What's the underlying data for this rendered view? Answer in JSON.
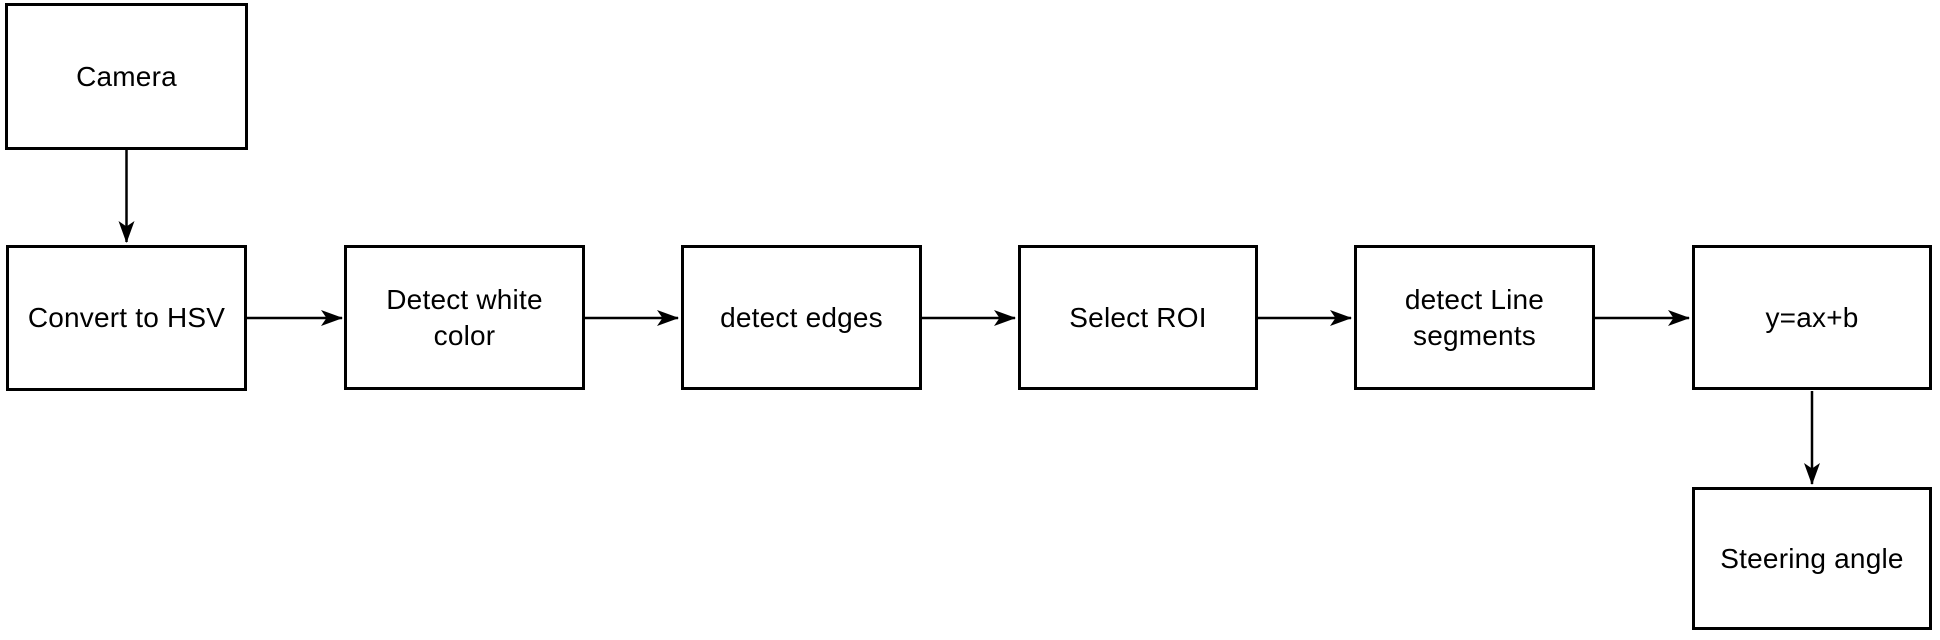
{
  "figure": {
    "type": "flowchart",
    "background_color": "#ffffff",
    "stroke_color": "#000000",
    "text_color": "#000000",
    "nodes": [
      {
        "id": "camera",
        "label": "Camera"
      },
      {
        "id": "convert-to-hsv",
        "label": "Convert to HSV"
      },
      {
        "id": "detect-white-color",
        "label": "Detect white color"
      },
      {
        "id": "detect-edges",
        "label": "detect edges"
      },
      {
        "id": "select-roi",
        "label": "Select ROI"
      },
      {
        "id": "detect-line-segments",
        "label": "detect Line segments"
      },
      {
        "id": "line-equation",
        "label": "y=ax+b"
      },
      {
        "id": "steering-angle",
        "label": "Steering angle"
      }
    ],
    "edges": [
      {
        "from": "Camera",
        "to": "Convert to HSV",
        "direction": "down"
      },
      {
        "from": "Convert to HSV",
        "to": "Detect white color",
        "direction": "right"
      },
      {
        "from": "Detect white color",
        "to": "detect edges",
        "direction": "right"
      },
      {
        "from": "detect edges",
        "to": "Select ROI",
        "direction": "right"
      },
      {
        "from": "Select ROI",
        "to": "detect Line segments",
        "direction": "right"
      },
      {
        "from": "detect Line segments",
        "to": "y=ax+b",
        "direction": "right"
      },
      {
        "from": "y=ax+b",
        "to": "Steering angle",
        "direction": "down"
      }
    ]
  }
}
